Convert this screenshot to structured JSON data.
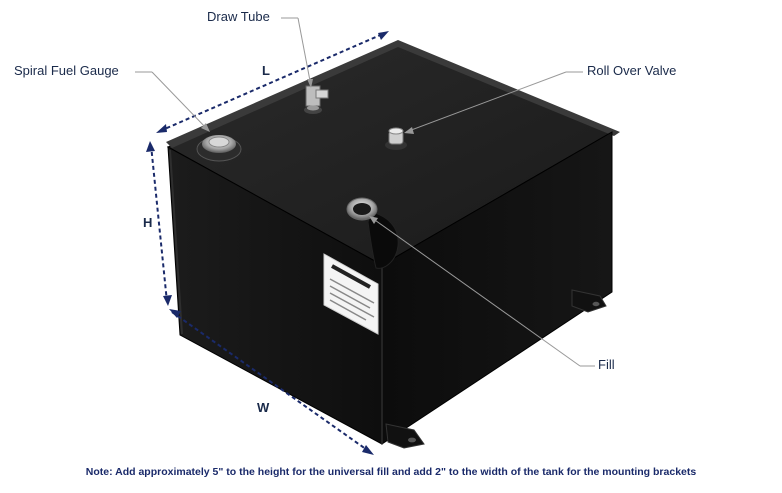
{
  "callouts": {
    "draw_tube": "Draw Tube",
    "spiral_fuel_gauge": "Spiral Fuel Gauge",
    "roll_over_valve": "Roll Over Valve",
    "fill": "Fill"
  },
  "dimensions": {
    "length": "L",
    "height": "H",
    "width": "W"
  },
  "note": "Note: Add approximately 5\" to the height for the universal fill and add 2\" to the width of the tank for the mounting brackets",
  "colors": {
    "dimension_line": "#1a2a6a",
    "leader_line": "#999999",
    "tank_body": "#141414",
    "text": "#1a2a4a"
  }
}
